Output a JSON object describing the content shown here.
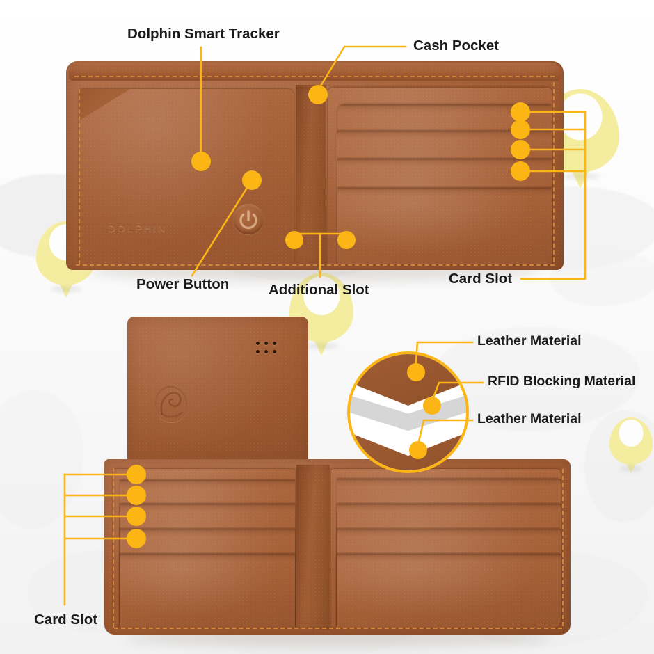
{
  "page": {
    "title": "Dolphin Smart Tracker RFID Wallet — Feature Callouts",
    "background_color": "#fafafa",
    "accent_color": "#fbb615",
    "leather_color": "#a35e35",
    "rfid_layer_color": "#d6d6d6",
    "label_color": "#1b1b1b",
    "pin_color": "#f4eda0"
  },
  "product": {
    "brand_emboss": "DOLPHIN",
    "brand_emblem_icon": "dolphin-emblem-icon",
    "power_button_icon": "power-symbol-icon",
    "speaker_holes_icon": "speaker-holes-icon"
  },
  "callouts": {
    "dolphin_smart_tracker": {
      "label": "Dolphin Smart Tracker"
    },
    "cash_pocket": {
      "label": "Cash Pocket"
    },
    "card_slot_top": {
      "label": "Card Slot",
      "slot_count": 4
    },
    "power_button": {
      "label": "Power Button"
    },
    "additional_slot": {
      "label": "Additional Slot",
      "anchor_count": 2
    },
    "card_slot_bottom": {
      "label": "Card Slot",
      "slot_count": 4
    }
  },
  "rfid_detail": {
    "layers": [
      {
        "label": "Leather Material",
        "material": "leather"
      },
      {
        "label": "RFID Blocking Material",
        "material": "rfid"
      },
      {
        "label": "Leather Material",
        "material": "leather"
      }
    ]
  }
}
